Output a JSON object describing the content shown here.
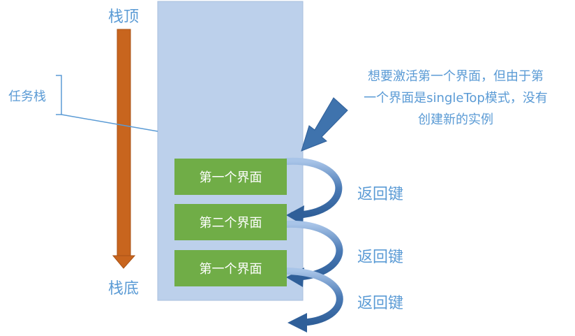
{
  "labels": {
    "stack_top": "栈顶",
    "stack_bottom": "栈底",
    "task_stack": "任务栈"
  },
  "screens": [
    {
      "label": "第一个界面"
    },
    {
      "label": "第二个界面"
    },
    {
      "label": "第一个界面"
    }
  ],
  "back_keys": [
    "返回键",
    "返回键",
    "返回键"
  ],
  "note": {
    "lines": [
      "想要激活第一个界面，但由于第",
      "一个界面是singleTop模式，没有",
      "创建新的实例"
    ]
  },
  "colors": {
    "stack_fill": "#bcd0eb",
    "screen_fill": "#70ad47",
    "stack_arrow": "#c8651e",
    "label_blue": "#5b9bd5",
    "curved_arrow": "#4a7ab5",
    "pointer_arrow": "#3f73ad"
  }
}
